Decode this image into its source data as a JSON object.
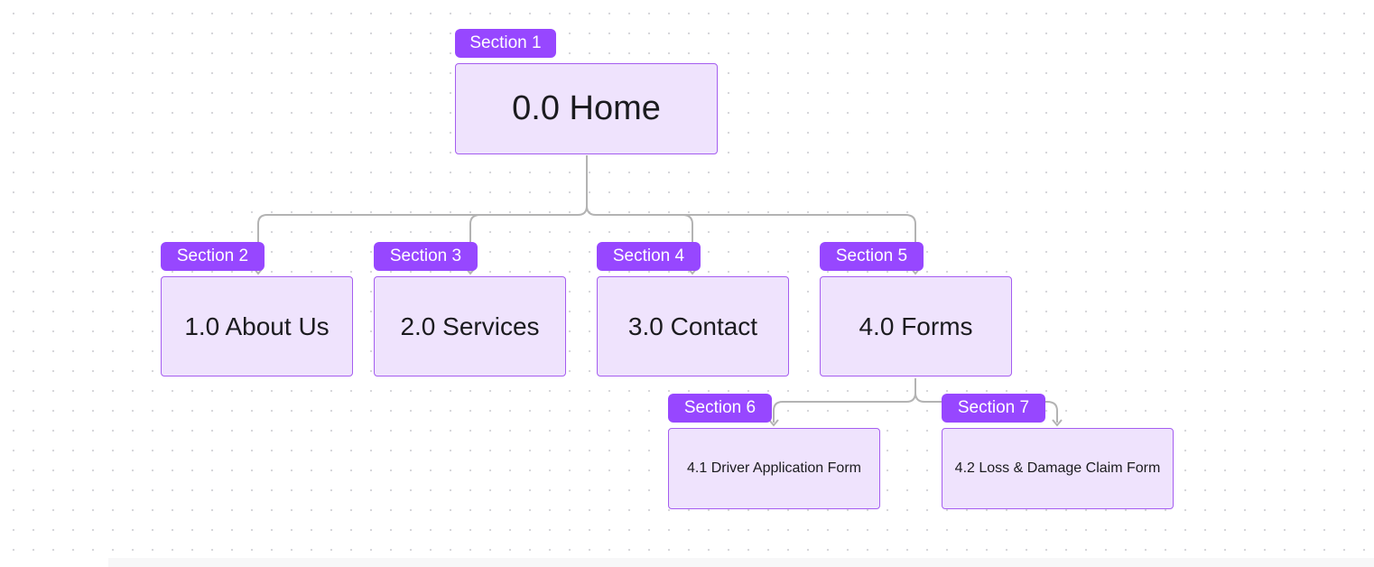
{
  "nodes": {
    "home": {
      "label": "0.0 Home",
      "section": "Section 1"
    },
    "about": {
      "label": "1.0 About Us",
      "section": "Section 2"
    },
    "services": {
      "label": "2.0 Services",
      "section": "Section 3"
    },
    "contact": {
      "label": "3.0 Contact",
      "section": "Section 4"
    },
    "forms": {
      "label": "4.0 Forms",
      "section": "Section 5"
    },
    "driver": {
      "label": "4.1 Driver Application Form",
      "section": "Section 6"
    },
    "claim": {
      "label": "4.2 Loss & Damage Claim Form",
      "section": "Section 7"
    }
  },
  "colors": {
    "node_fill": "#efe3fd",
    "node_border": "#a55df0",
    "badge_fill": "#9747ff",
    "connector": "#b3b3b3"
  }
}
